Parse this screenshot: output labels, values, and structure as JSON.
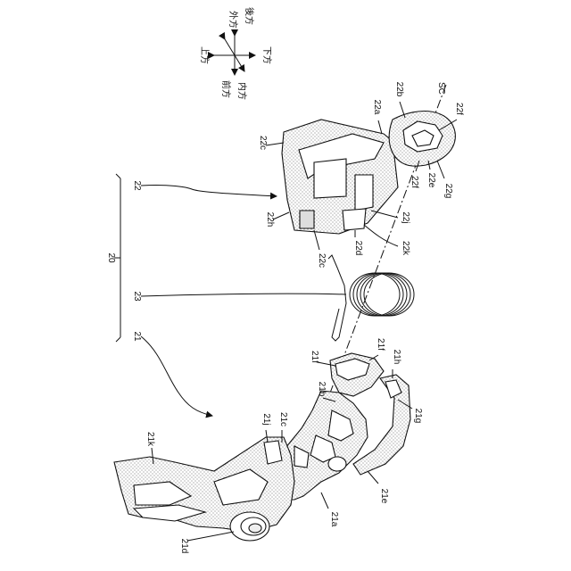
{
  "directions": {
    "up": "上方",
    "down": "下方",
    "outer": "外方",
    "rear": "後方",
    "front": "前方",
    "inner": "内方"
  },
  "labels": {
    "l20": "20",
    "l21": "21",
    "l22": "22",
    "l23": "23",
    "sc": "SC",
    "l22a": "22a",
    "l22b": "22b",
    "l22c_top": "22c",
    "l22c_bottom": "22c",
    "l22d": "22d",
    "l22e": "22e",
    "l22f_top": "22f",
    "l22f_mid": "22f",
    "l22g": "22g",
    "l22h": "22h",
    "l22j": "22j",
    "l22k": "22k",
    "l21a": "21a",
    "l21b": "21b",
    "l21c": "21c",
    "l21d": "21d",
    "l21e": "21e",
    "l21f_a": "21f",
    "l21f_b": "21f",
    "l21g": "21g",
    "l21h": "21h",
    "l21j": "21j",
    "l21k": "21k"
  }
}
